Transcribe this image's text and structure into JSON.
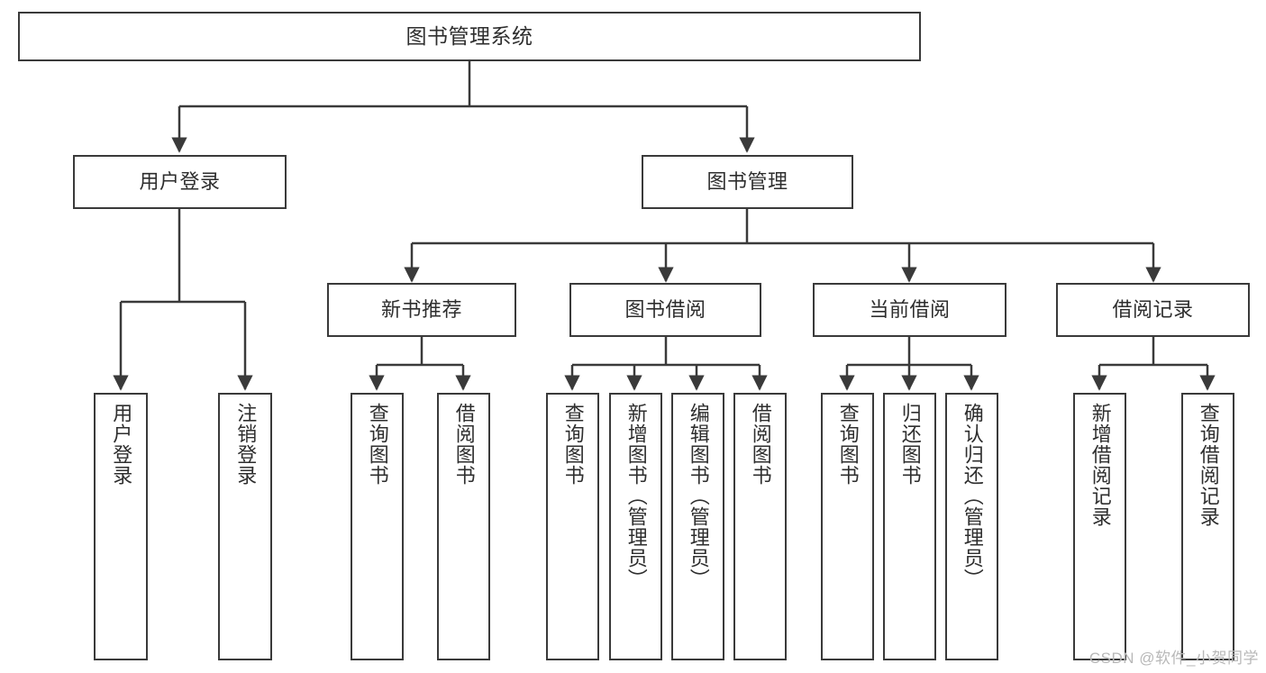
{
  "diagram": {
    "title": "图书管理系统",
    "type": "tree-hierarchy-diagram",
    "watermark": "CSDN @软件_小贺同学",
    "colors": {
      "box_border": "#3a3a3a",
      "box_fill": "#ffffff",
      "connector": "#3a3a3a",
      "text": "#2e2e2e",
      "watermark": "#b8b8b8",
      "background": "#ffffff"
    }
  },
  "nodes": {
    "root": {
      "label": "图书管理系统"
    },
    "level2": [
      {
        "label": "用户登录"
      },
      {
        "label": "图书管理"
      }
    ],
    "level3": [
      {
        "label": "新书推荐"
      },
      {
        "label": "图书借阅"
      },
      {
        "label": "当前借阅"
      },
      {
        "label": "借阅记录"
      }
    ],
    "leaves": {
      "user_login": [
        {
          "label": "用户登录"
        },
        {
          "label": "注销登录"
        }
      ],
      "new_book_recommend": [
        {
          "label": "查询图书"
        },
        {
          "label": "借阅图书"
        }
      ],
      "book_borrow": [
        {
          "label": "查询图书"
        },
        {
          "label": "新增图书（管理员）"
        },
        {
          "label": "编辑图书（管理员）"
        },
        {
          "label": "借阅图书"
        }
      ],
      "current_borrow": [
        {
          "label": "查询图书"
        },
        {
          "label": "归还图书"
        },
        {
          "label": "确认归还（管理员）"
        }
      ],
      "borrow_record": [
        {
          "label": "新增借阅记录"
        },
        {
          "label": "查询借阅记录"
        }
      ]
    }
  }
}
